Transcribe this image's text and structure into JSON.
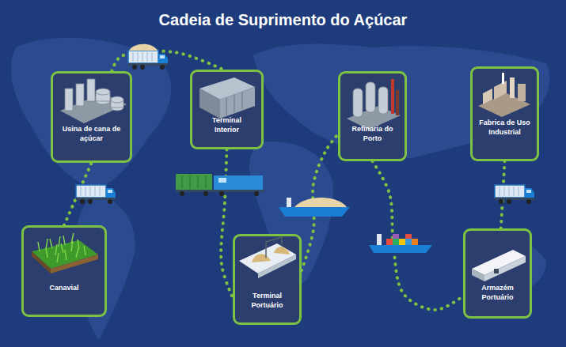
{
  "diagram": {
    "title": "Cadeia de Suprimento do Açúcar",
    "nodes": [
      {
        "text": [
          "Canavial"
        ]
      },
      {
        "text": [
          "Usina de cana de açúcar"
        ]
      },
      {
        "text": [
          "Terminal Interior"
        ]
      },
      {
        "text": [
          "Terminal Portuário"
        ]
      },
      {
        "text": [
          "Refinaria do Porto"
        ]
      },
      {
        "text": [
          "Armazém Portuário"
        ]
      },
      {
        "text": [
          "Fabrica de Uso Industrial"
        ]
      }
    ],
    "edges": [
      {
        "from": 0,
        "to": 1,
        "arrow": "none"
      },
      {
        "from": 1,
        "to": 2,
        "arrow": "none"
      },
      {
        "from": 2,
        "to": 3,
        "arrow": "none"
      },
      {
        "from": 3,
        "to": 4,
        "arrow": "none"
      },
      {
        "from": 4,
        "to": 5,
        "arrow": "none"
      },
      {
        "from": 5,
        "to": 6,
        "arrow": "none"
      }
    ]
  }
}
